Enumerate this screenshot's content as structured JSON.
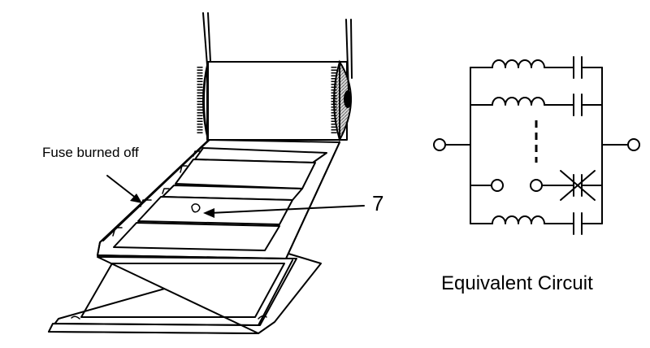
{
  "labels": {
    "fuse_annotation": "Fuse burned off",
    "callout_number": "7",
    "circuit_caption": "Equivalent Circuit"
  },
  "colors": {
    "ink": "#000000",
    "background": "#ffffff",
    "cylinder_end_shade": "#bdbdbd"
  },
  "icons": {
    "fault_mark": "x-cross",
    "terminal": "open-circle"
  }
}
